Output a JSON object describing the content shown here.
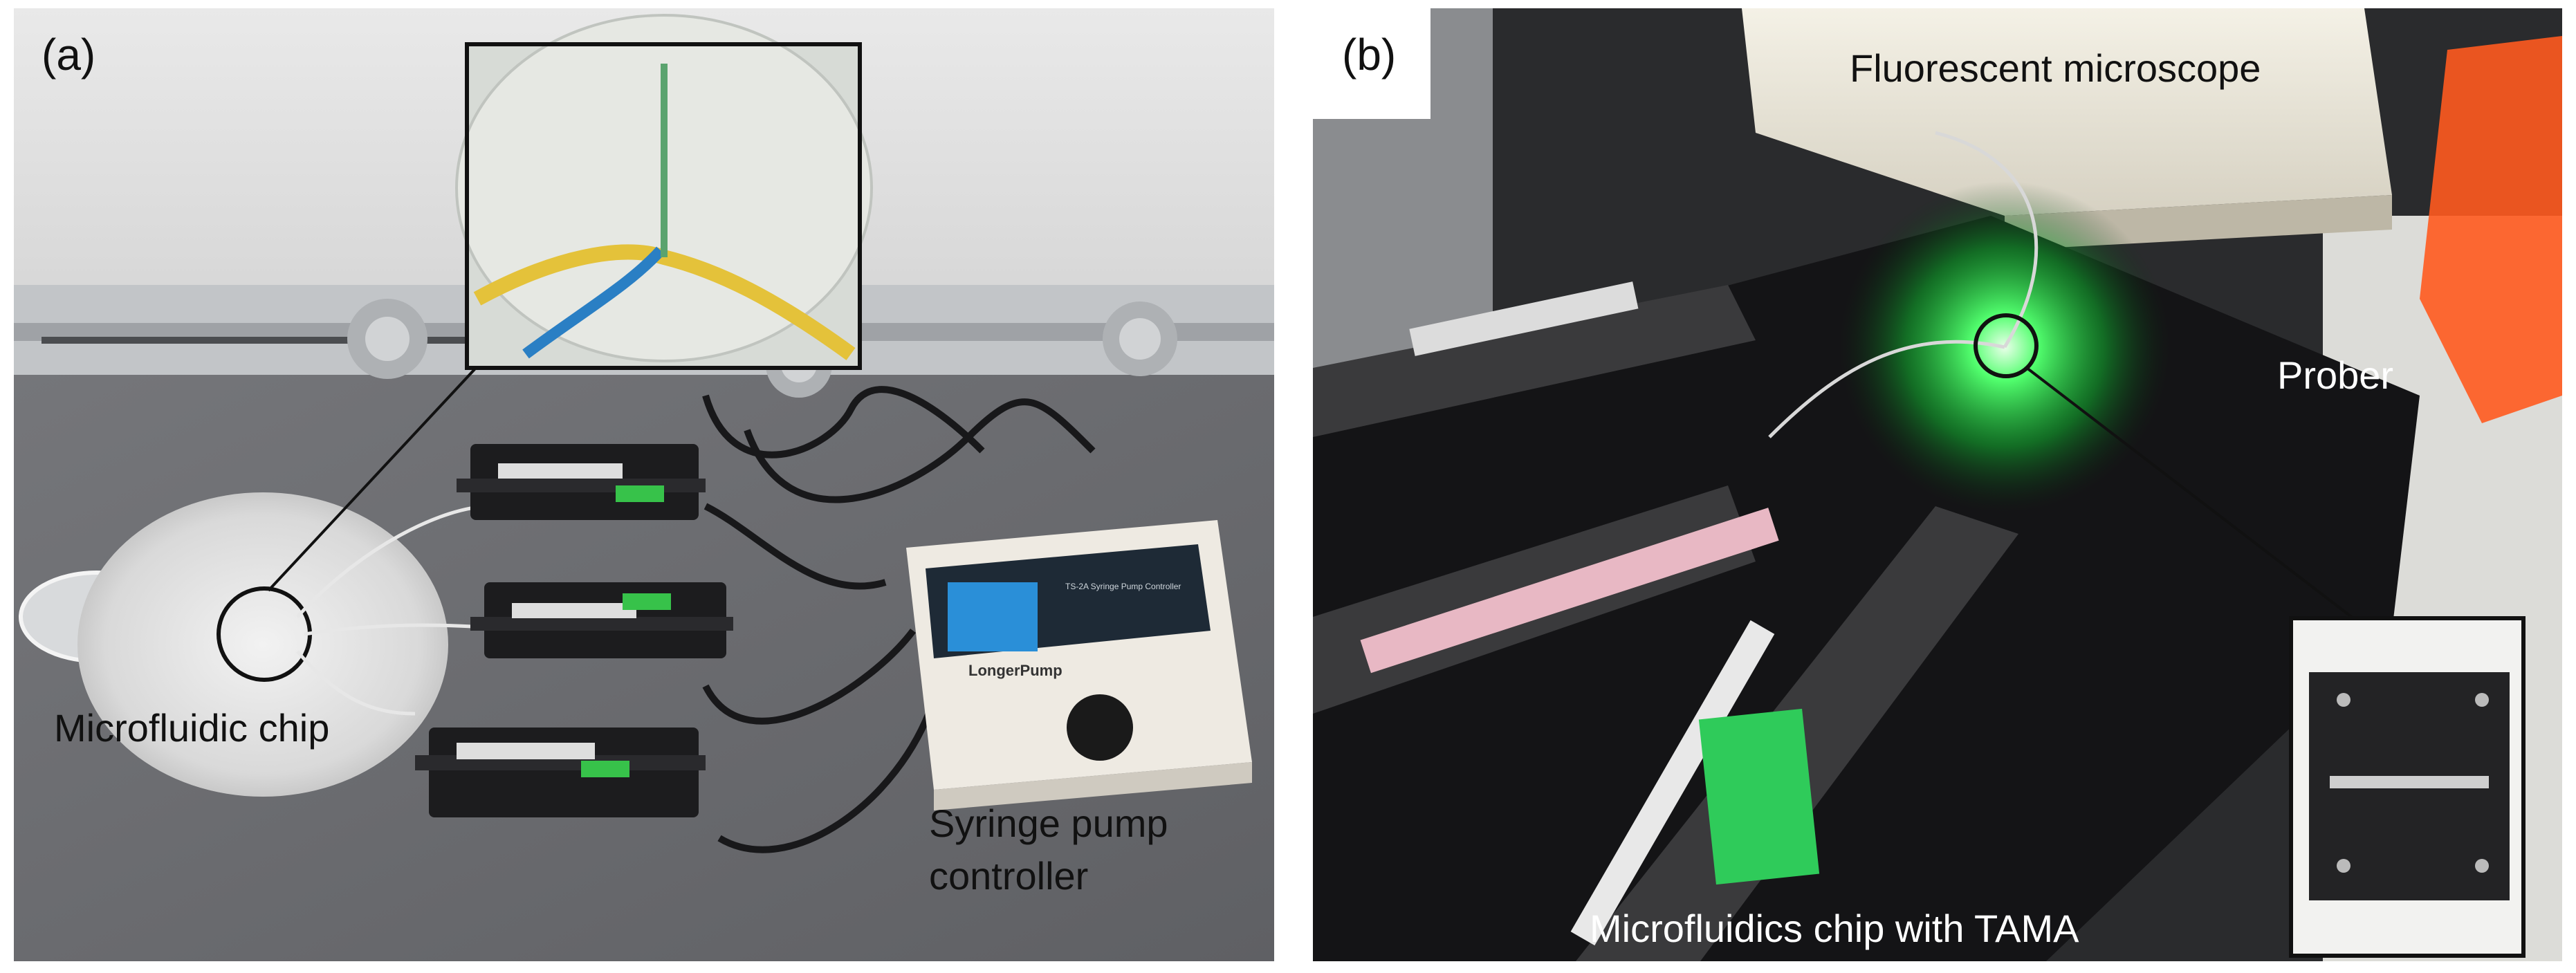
{
  "panel_a": {
    "panel_label": "(a)",
    "labels": {
      "chip": "Microfluidic chip",
      "pump_line1": "Syringe pump",
      "pump_line2": "controller"
    },
    "device_text": {
      "brand": "LongerPump",
      "model": "TS-2A Syringe Pump Controller"
    }
  },
  "panel_b": {
    "panel_label": "(b)",
    "labels": {
      "microscope": "Fluorescent microscope",
      "prober": "Prober",
      "chip": "Microfluidics chip with TAMA"
    }
  },
  "colors": {
    "floor": "#6e6f73",
    "wall": "#e3e3e3",
    "rail": "#b9bcbf",
    "pump_body": "#1c1c1e",
    "label_tape": "#37c24a",
    "controller": "#eeeae2",
    "screen": "#2a8fd8",
    "dye_yellow": "#e4c23a",
    "dye_blue": "#2a7fc4",
    "laser_green": "#2dff55",
    "shield_orange": "#ff5a1f"
  }
}
